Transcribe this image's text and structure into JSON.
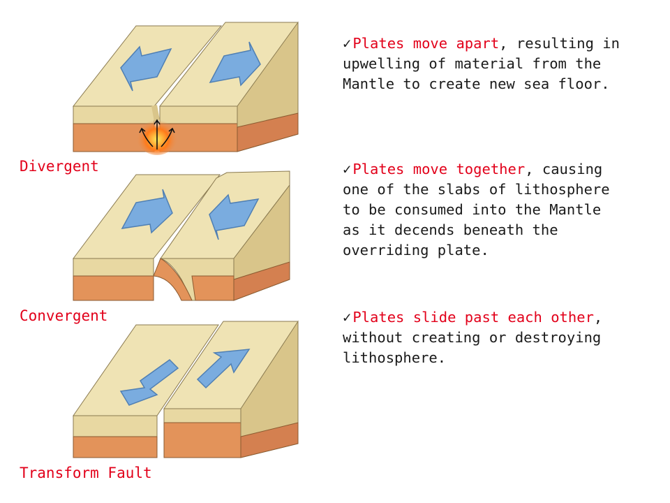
{
  "boundaries": [
    {
      "label": "Divergent",
      "check": "✓",
      "highlight": "Plates move apart",
      "text": ", resulting in upwelling of material from the Mantle to create new sea floor."
    },
    {
      "label": "Convergent",
      "check": "✓",
      "highlight": "Plates move together",
      "text": ", causing one of the slabs of lithosphere to be consumed into the Mantle as it decends beneath the overriding plate."
    },
    {
      "label": "Transform Fault",
      "check": "✓",
      "highlight": "Plates slide past each other",
      "text": ", without creating or destroying lithosphere."
    }
  ],
  "colors": {
    "label": "#e2001a",
    "plate_top": "#efe3b4",
    "plate_front": "#e6d49c",
    "crust_layer": "#e3935a",
    "arrow": "#7aacdf",
    "magma": "#ff5a1a"
  },
  "icons": [
    "divergent-arrows-icon",
    "convergent-arrows-icon",
    "transform-arrows-icon",
    "magma-upwelling-icon"
  ]
}
